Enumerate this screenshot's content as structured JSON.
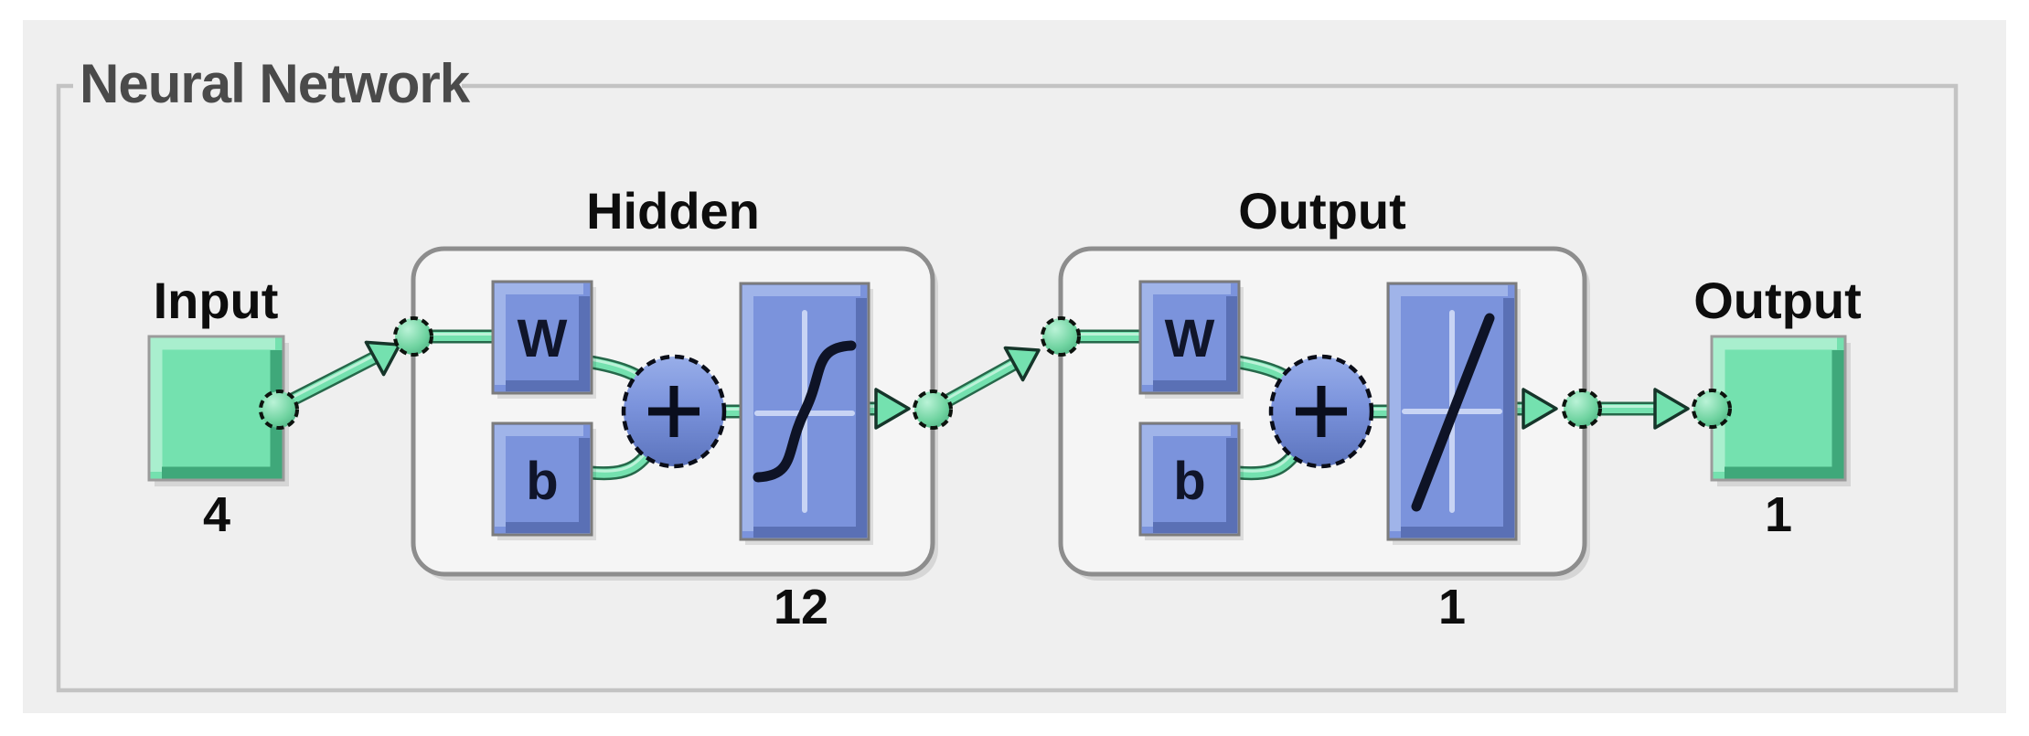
{
  "group_box": {
    "title": "Neural Network"
  },
  "diagram": {
    "input": {
      "label": "Input",
      "size": "4"
    },
    "layers": [
      {
        "name": "Hidden",
        "size": "12",
        "weight_label": "W",
        "bias_label": "b",
        "sum_icon": "plus-sum-junction-icon",
        "transfer_icon": "sigmoid-transfer-icon"
      },
      {
        "name": "Output",
        "size": "1",
        "weight_label": "W",
        "bias_label": "b",
        "sum_icon": "plus-sum-junction-icon",
        "transfer_icon": "linear-transfer-icon"
      }
    ],
    "output": {
      "label": "Output",
      "size": "1"
    }
  },
  "colors": {
    "panel-bg": "#efefef",
    "box-fill": "#f5f5f5",
    "frame-border": "#c3c3c3",
    "layer-border": "#8d8d8d",
    "block-border": "#7c7c7c",
    "green-main": "#74e1af",
    "green-light": "#a9efce",
    "green-dark": "#3fa87a",
    "blue-main": "#7b93dc",
    "blue-light": "#a0b4e9",
    "blue-dark": "#5a70b5",
    "title-color": "#4a4a4a",
    "ink": "#0d0d0d"
  }
}
